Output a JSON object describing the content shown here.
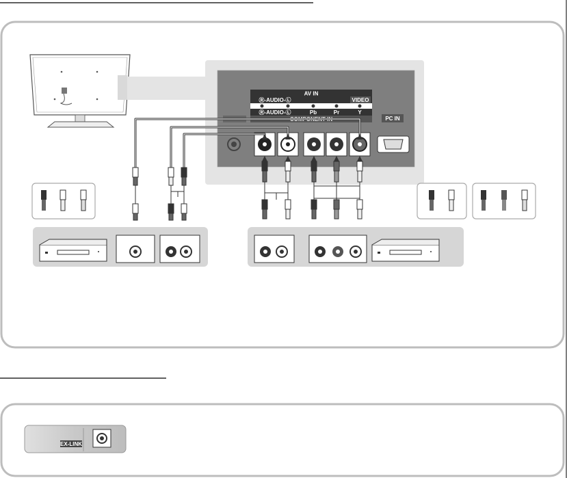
{
  "panel_labels": {
    "av_in": "AV IN",
    "audio_top": "Ⓡ-AUDIO-Ⓛ",
    "video": "VIDEO",
    "audio_bottom": "Ⓡ-AUDIO-Ⓛ",
    "pb": "Pb",
    "pr": "Pr",
    "y": "Y",
    "component_in": "COMPONENT IN",
    "pc_in": "PC IN"
  },
  "exlink": {
    "label": "EX-LINK"
  }
}
